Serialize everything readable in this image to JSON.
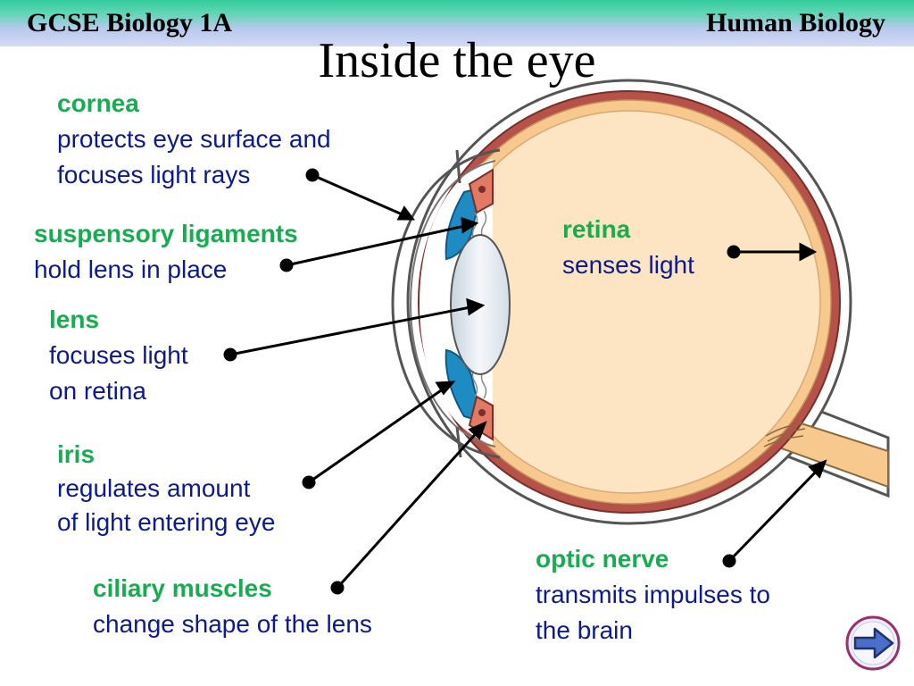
{
  "header": {
    "subject": "GCSE Biology 1A",
    "topic": "Human Biology"
  },
  "title": "Inside the eye",
  "labels": {
    "cornea": {
      "term": "cornea",
      "desc1": "protects eye surface and",
      "desc2": "focuses light rays"
    },
    "suspensory": {
      "term": "suspensory ligaments",
      "desc1": "hold lens in place"
    },
    "lens": {
      "term": "lens",
      "desc1": "focuses light",
      "desc2": "on retina"
    },
    "iris": {
      "term": "iris",
      "desc1": "regulates amount",
      "desc2": "of light entering eye"
    },
    "ciliary": {
      "term": "ciliary muscles",
      "desc1": "change shape of the lens"
    },
    "retina": {
      "term": "retina",
      "desc1": "senses light"
    },
    "optic": {
      "term": "optic nerve",
      "desc1": "transmits impulses to",
      "desc2": "the brain"
    }
  },
  "colors": {
    "term": "#17ac4f",
    "description": "#0d1a8c",
    "sclera_outline": "#555555",
    "choroid": "#b5524a",
    "retina_layer": "#f7c98e",
    "vitreous": "#fde5c3",
    "iris": "#1e8bc3",
    "lens": "#dfe7ee"
  },
  "nav": {
    "icon": "next-arrow-icon"
  }
}
